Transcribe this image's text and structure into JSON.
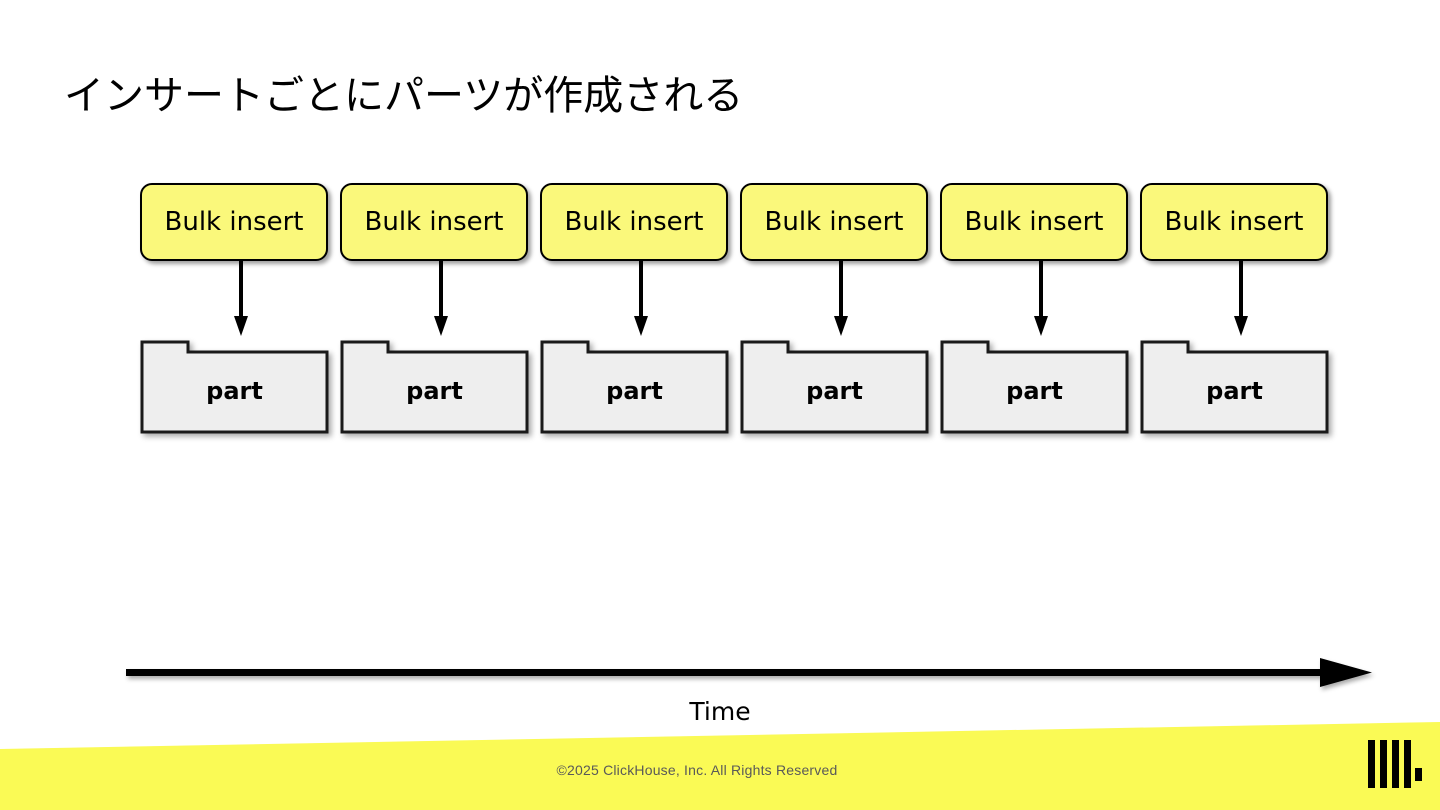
{
  "slide": {
    "title": "インサートごとにパーツが作成される",
    "background_color": "#ffffff"
  },
  "diagram": {
    "insert_boxes": [
      {
        "label": "Bulk insert"
      },
      {
        "label": "Bulk insert"
      },
      {
        "label": "Bulk insert"
      },
      {
        "label": "Bulk insert"
      },
      {
        "label": "Bulk insert"
      },
      {
        "label": "Bulk insert"
      }
    ],
    "parts": [
      {
        "label": "part"
      },
      {
        "label": "part"
      },
      {
        "label": "part"
      },
      {
        "label": "part"
      },
      {
        "label": "part"
      },
      {
        "label": "part"
      }
    ],
    "axis": {
      "label": "Time",
      "direction": "left-to-right"
    },
    "colors": {
      "insert_box_fill": "#faf87b",
      "insert_box_border": "#000000",
      "part_fill": "#eeeeee",
      "part_border": "#1a1a1a",
      "arrow": "#000000"
    }
  },
  "footer": {
    "copyright": "©2025 ClickHouse, Inc. All Rights Reserved",
    "brand_color": "#fafa55",
    "text_color": "#595959",
    "logo_name": "clickhouse-logo"
  }
}
